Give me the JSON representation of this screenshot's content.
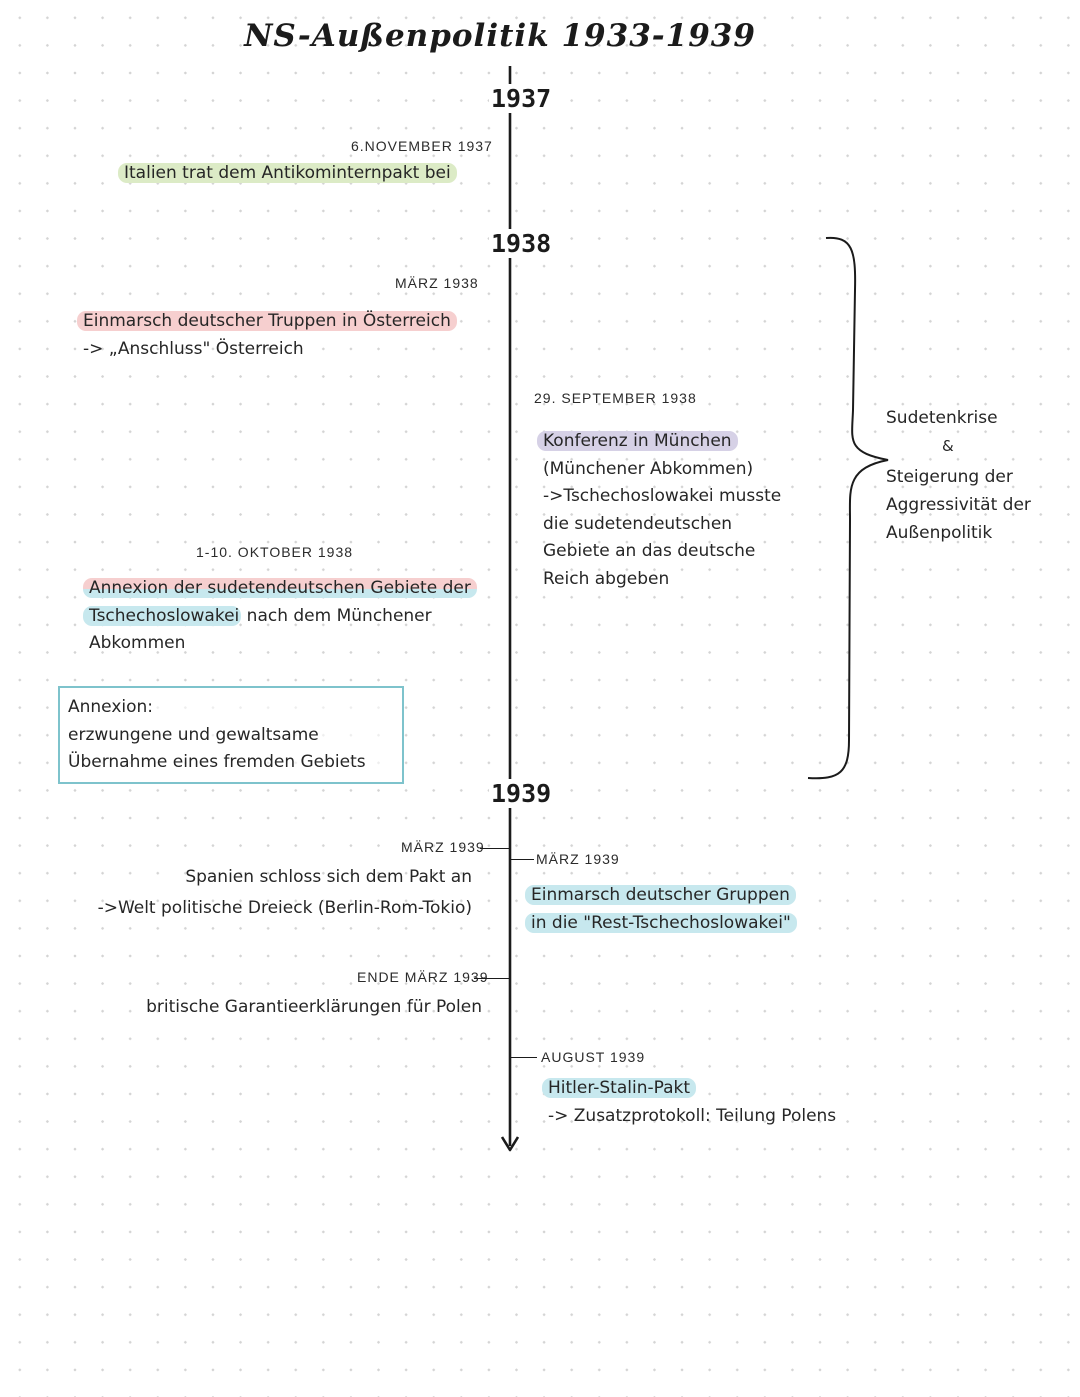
{
  "title": "NS-Außenpolitik 1933-1939",
  "years": [
    "1937",
    "1938",
    "1939"
  ],
  "events": {
    "nov1937": {
      "date": "6.NOVEMBER 1937",
      "lines": [
        "Italien trat dem Antikominternpakt bei"
      ]
    },
    "mar1938": {
      "date": "MÄRZ 1938",
      "lines": [
        "Einmarsch deutscher Truppen in Österreich",
        "-> „Anschluss\" Österreich"
      ]
    },
    "sep1938": {
      "date": "29. SEPTEMBER 1938",
      "lines": [
        "Konferenz in München",
        "(Münchener Abkommen)",
        "->Tschechoslowakei musste",
        "die sudetendeutschen",
        "Gebiete an das deutsche",
        "Reich abgeben"
      ]
    },
    "oct1938": {
      "date": "1-10. OKTOBER 1938",
      "lines": [
        "Annexion der sudetendeutschen Gebiete der",
        "Tschechoslowakei",
        "nach dem Münchener",
        "Abkommen"
      ]
    },
    "mar1939_left": {
      "date": "MÄRZ 1939",
      "lines": [
        "Spanien schloss sich dem Pakt an",
        "->Welt politische Dreieck (Berlin-Rom-Tokio)"
      ]
    },
    "mar1939_right": {
      "date": "MÄRZ 1939",
      "lines": [
        "Einmarsch deutscher Gruppen",
        "in die \"Rest-Tschechoslowakei\""
      ]
    },
    "endmar1939": {
      "date": "ENDE MÄRZ 1939",
      "lines": [
        "britische Garantieerklärungen für Polen"
      ]
    },
    "aug1939": {
      "date": "AUGUST 1939",
      "lines": [
        "Hitler-Stalin-Pakt",
        "-> Zusatzprotokoll: Teilung Polens"
      ]
    }
  },
  "definition": {
    "lines": [
      "Annexion:",
      "erzwungene und gewaltsame",
      "Übernahme eines fremden Gebiets"
    ]
  },
  "bracket_note": {
    "lines": [
      "Sudetenkrise",
      "&",
      "Steigerung der",
      "Aggressivität der",
      "Außenpolitik"
    ]
  },
  "colors": {
    "green": "#dcebc6",
    "red": "#f6cfcf",
    "purple": "#d6d1e6",
    "blue": "#c7e8ee",
    "box_border": "#7ec3cc"
  }
}
